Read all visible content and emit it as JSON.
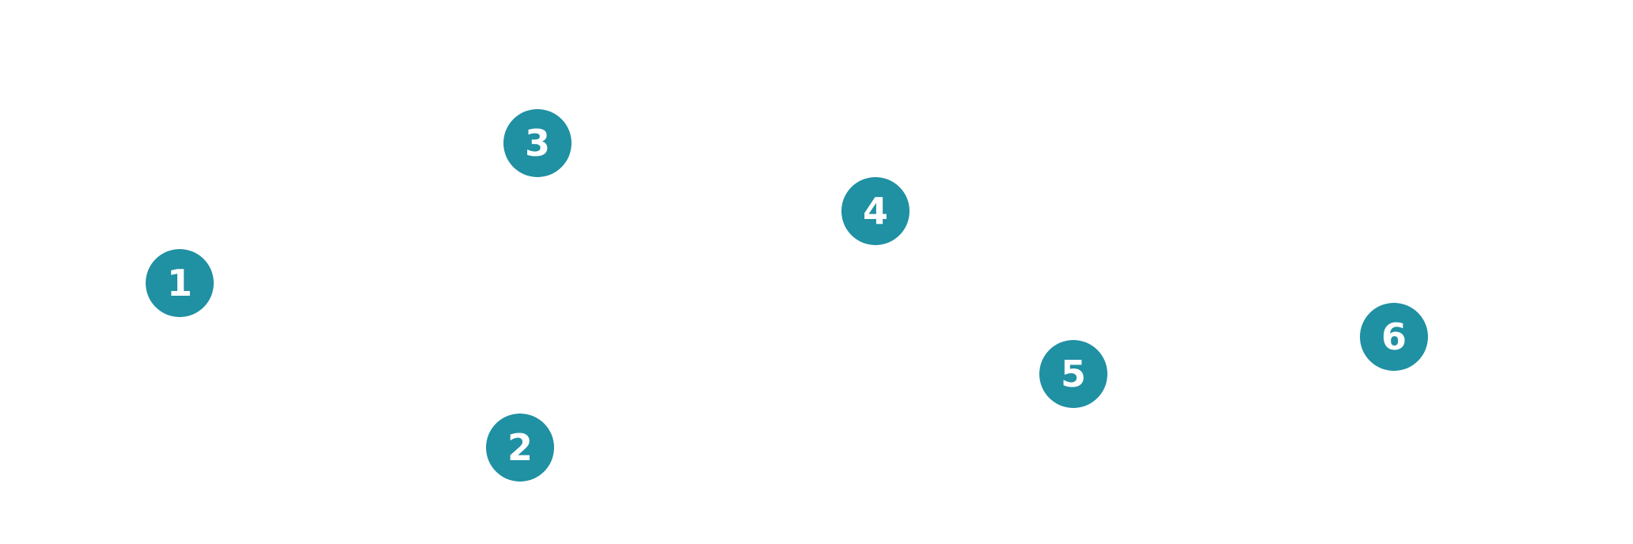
{
  "colors": {
    "background": "#ffffff",
    "marker_fill": "#2090a3",
    "marker_text": "#ffffff"
  },
  "markers": [
    {
      "label": "1"
    },
    {
      "label": "2"
    },
    {
      "label": "3"
    },
    {
      "label": "4"
    },
    {
      "label": "5"
    },
    {
      "label": "6"
    }
  ]
}
